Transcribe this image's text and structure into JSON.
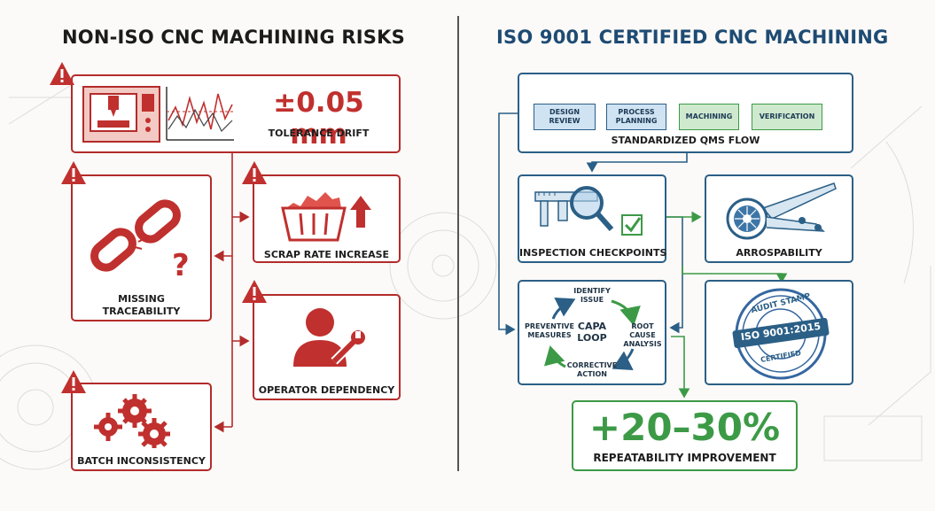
{
  "left": {
    "title": "NON-ISO CNC MACHINING RISKS",
    "tolerance_value": "±0.05 mm",
    "tolerance_label": "TOLERANCE DRIFT",
    "scrap_label": "SCRAP RATE INCREASE",
    "traceability_label_1": "MISSING",
    "traceability_label_2": "TRACEABILITY",
    "operator_label": "OPERATOR DEPENDENCY",
    "batch_label": "BATCH INCONSISTENCY"
  },
  "right": {
    "title": "ISO 9001 CERTIFIED CNC MACHINING",
    "qms": {
      "steps": [
        {
          "line1": "DESIGN",
          "line2": "REVIEW"
        },
        {
          "line1": "PROCESS",
          "line2": "PLANNING"
        },
        {
          "line1": "MACHINING",
          "line2": ""
        },
        {
          "line1": "VERIFICATION",
          "line2": ""
        }
      ],
      "label": "STANDARDIZED QMS FLOW"
    },
    "inspection_label": "INSPECTION CHECKPOINTS",
    "arrospability_label": "ARROSPABILITY",
    "capa": {
      "center_1": "CAPA",
      "center_2": "LOOP",
      "identify_1": "IDENTIFY",
      "identify_2": "ISSUE",
      "root_1": "ROOT CAUSE",
      "root_2": "ANALYSIS",
      "corrective_1": "CORRECTIVE",
      "corrective_2": "ACTION",
      "preventive_1": "PREVENTIVE",
      "preventive_2": "MEASURES"
    },
    "stamp": {
      "top_text": "AUDIT STAMP",
      "band_text": "ISO 9001:2015",
      "bottom_text": "CERTIFIED"
    },
    "improvement_value": "+20–30%",
    "improvement_label": "REPEATABILITY IMPROVEMENT"
  },
  "colors": {
    "risk_red": "#c0302e",
    "iso_blue": "#2b5f86",
    "iso_green": "#3c9a46"
  }
}
